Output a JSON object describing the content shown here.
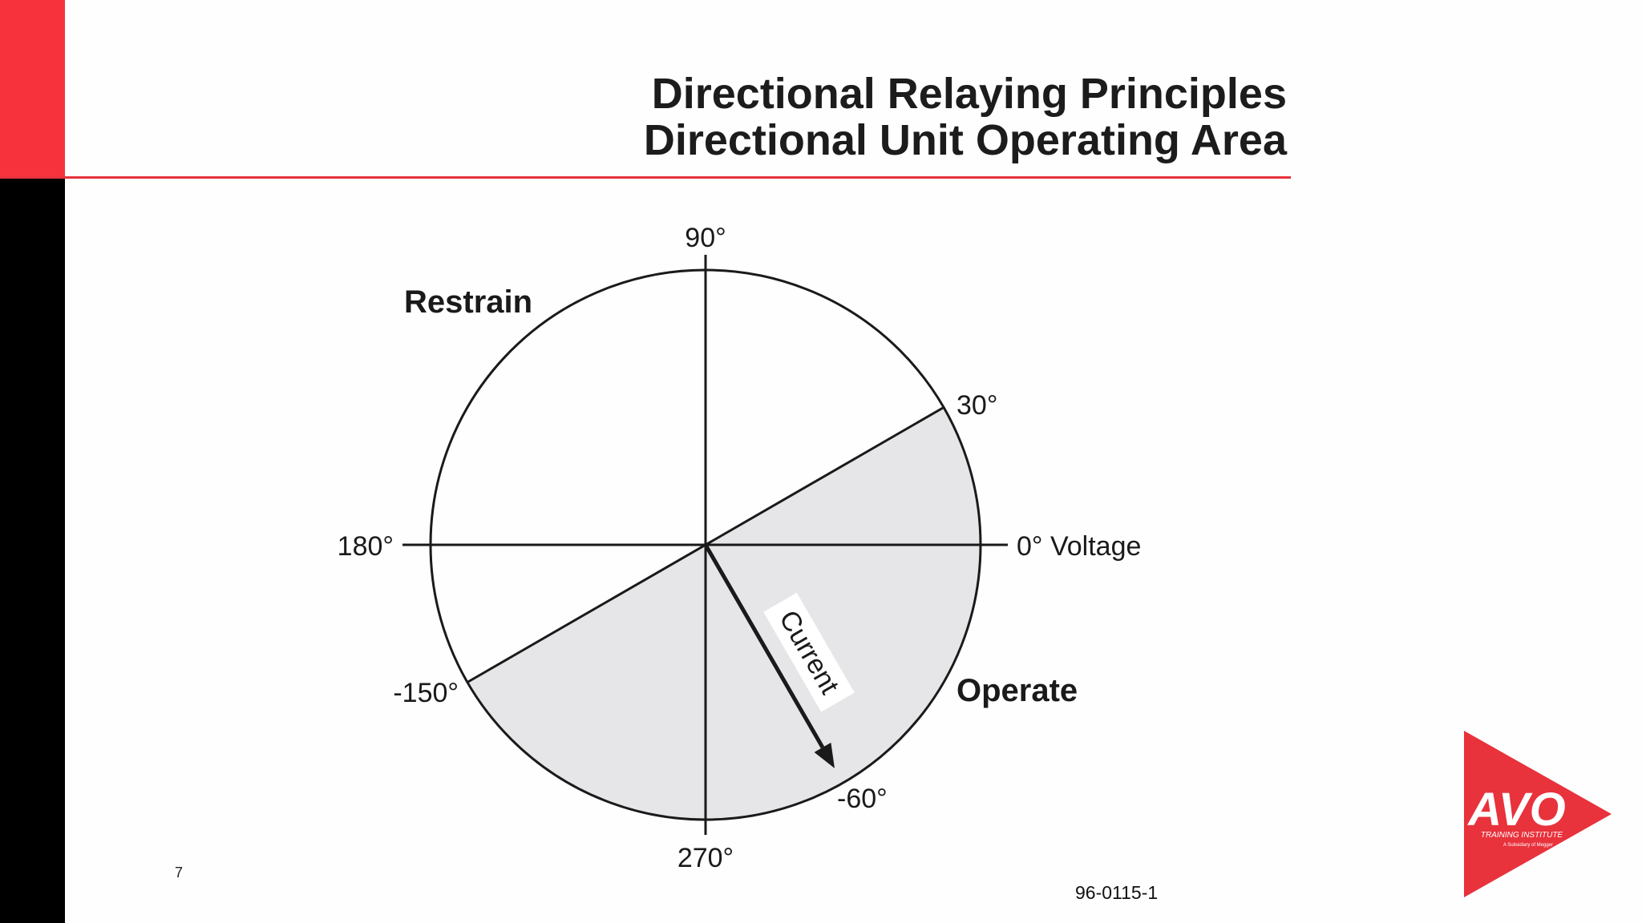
{
  "title": {
    "line1": "Directional Relaying Principles",
    "line2": "Directional Unit Operating Area"
  },
  "diagram": {
    "angle_labels": {
      "deg90": "90°",
      "deg30": "30°",
      "deg0": "0° Voltage",
      "deg180": "180°",
      "deg_neg150": "-150°",
      "deg_neg60": "-60°",
      "deg270": "270°"
    },
    "regions": {
      "restrain": "Restrain",
      "operate": "Operate"
    },
    "current_label": "Current",
    "operate_zone_deg": [
      -150,
      30
    ],
    "current_angle_deg": -60,
    "shade_color": "#e6e5e8"
  },
  "logo": {
    "text": "AVO",
    "subtitle": "TRAINING INSTITUTE",
    "tagline": "A Subsidiary of Megger",
    "color": "#e8323c"
  },
  "page_number": "7",
  "figure_id": "96-0115-1",
  "colors": {
    "accent_red": "#f8323c",
    "sidebar_black": "#000000"
  }
}
